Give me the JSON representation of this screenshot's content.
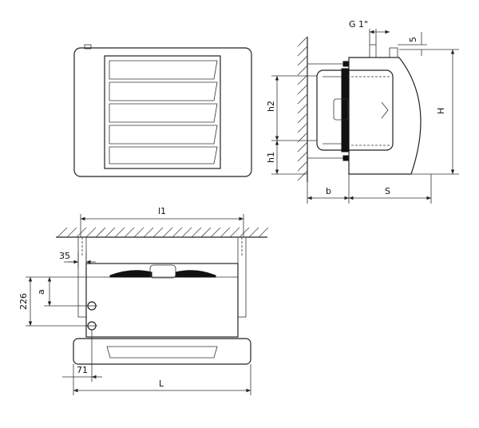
{
  "diagram": {
    "dimension_labels": {
      "g_thread": "G 1\"",
      "five": "5",
      "h2": "h2",
      "h1": "h1",
      "H": "H",
      "b": "b",
      "S": "S",
      "l1": "l1",
      "a": "a",
      "d226": "226",
      "d35": "35",
      "d71": "71",
      "L": "L"
    }
  }
}
